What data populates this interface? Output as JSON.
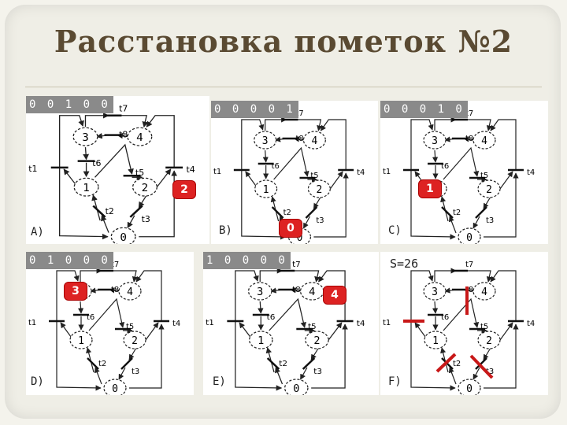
{
  "title": "Расстановка пометок №2",
  "panels": [
    {
      "id": "A",
      "marking": "0 0 1 0 0",
      "label": "A)",
      "badge": "2"
    },
    {
      "id": "B",
      "marking": "0 0 0 0 1",
      "label": "B)",
      "badge": "0"
    },
    {
      "id": "C",
      "marking": "0 0 0 1 0",
      "label": "C)",
      "badge": "1"
    },
    {
      "id": "D",
      "marking": "0 1 0 0 0",
      "label": "D)",
      "badge": "3"
    },
    {
      "id": "E",
      "marking": "1 0 0 0 0",
      "label": "E)",
      "badge": "4"
    },
    {
      "id": "F",
      "marking": "",
      "label": "F)",
      "score": "S=26"
    }
  ],
  "net": {
    "places": [
      "0",
      "1",
      "2",
      "3",
      "4"
    ],
    "transitions": [
      "t1",
      "t2",
      "t3",
      "t4",
      "t5",
      "t6",
      "t7",
      "t8"
    ]
  },
  "colors": {
    "badge": "#d22222",
    "cut": "#c81818",
    "title": "#5a4a32"
  }
}
